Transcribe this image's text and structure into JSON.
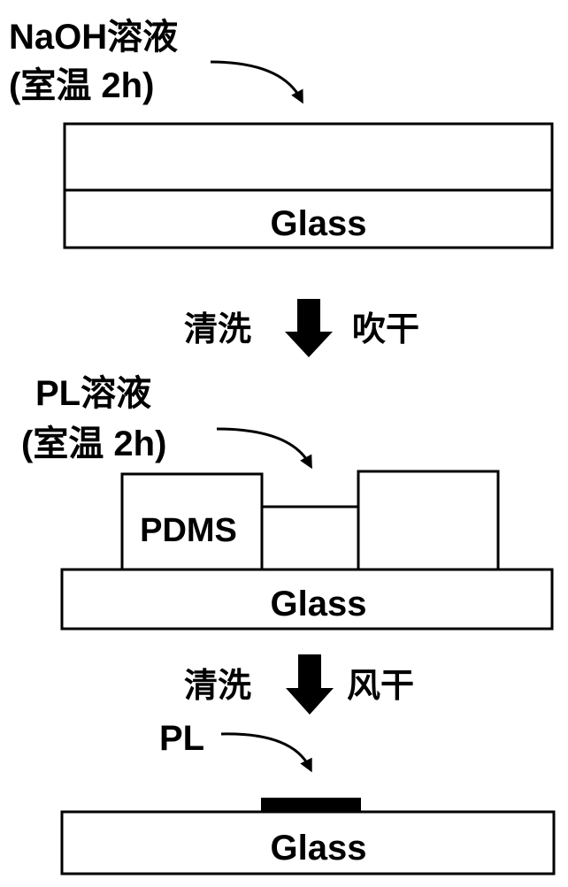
{
  "colors": {
    "stroke": "#000000",
    "background": "#ffffff"
  },
  "step1": {
    "reagent": "NaOH溶液",
    "condition": "(室温 2h)",
    "substrate": "Glass"
  },
  "transition1": {
    "left": "清洗",
    "right": "吹干"
  },
  "step2": {
    "reagent": "PL溶液",
    "condition": "(室温 2h)",
    "mold": "PDMS",
    "substrate": "Glass"
  },
  "transition2": {
    "left": "清洗",
    "right": "风干"
  },
  "step3": {
    "product": "PL",
    "substrate": "Glass"
  }
}
